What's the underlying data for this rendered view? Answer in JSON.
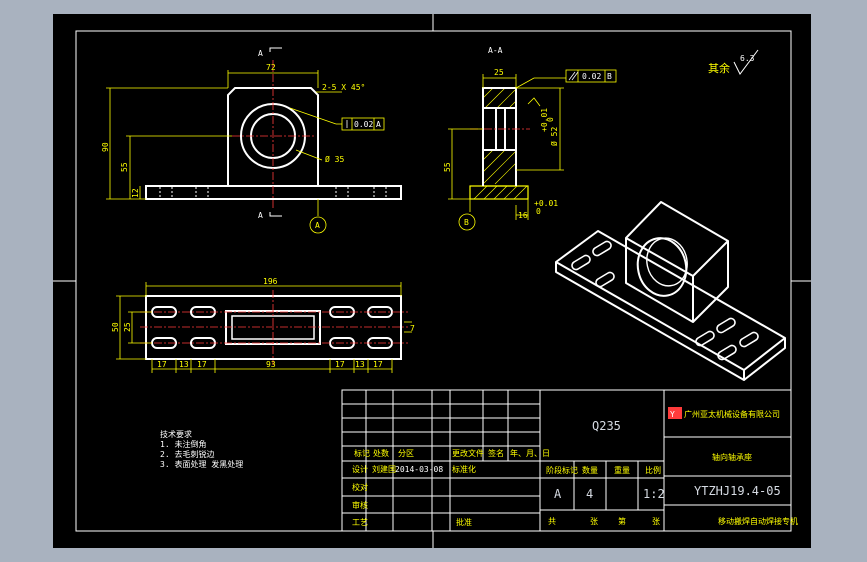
{
  "colors": {
    "canvas": "#000000",
    "frame": "#ffffff",
    "dimension": "#ffff00",
    "outline": "#ffffff",
    "center": "#ff3b3b",
    "hatch": "#ffff00",
    "title": "#d6dbe3"
  },
  "section_labels": {
    "cut_top": "A",
    "cut_bottom": "A",
    "section_view": "A-A"
  },
  "dimensions": {
    "front_width": "72",
    "chamfer": "2-5 X 45°",
    "height_total": "90",
    "center_height": "55",
    "base_thick": "12",
    "bore": "Ø 35",
    "side_width": "25",
    "side_bore": "Ø 52",
    "side_center": "55",
    "side_base": "16",
    "tol_plus": "+0.01",
    "tol_zero": "0",
    "top_length": "196",
    "top_width": "50",
    "top_inner": "25",
    "slot_w": "7",
    "bottom_dims": [
      "17",
      "13",
      "17",
      "93",
      "17",
      "13",
      "17"
    ]
  },
  "tolerances": {
    "front": {
      "value": "0.02",
      "datum": "A"
    },
    "side": {
      "value": "0.02",
      "datum": "B"
    }
  },
  "datums": {
    "front": "A",
    "side": "B"
  },
  "roughness": {
    "label": "其余",
    "value": "6.3"
  },
  "notes": [
    "技术要求",
    "1. 未注倒角",
    "2. 去毛刺锐边",
    "3. 表面处理 发黑处理"
  ],
  "title_block": {
    "material": "Q235",
    "company": "广州亚太机械设备有限公司",
    "part_name": "轴向轴承座",
    "drawing_no": "YTZHJ19.4-05",
    "machine": "移动搬焊自动焊接专机",
    "header_row": [
      "标记",
      "处数",
      "分区",
      "更改文件",
      "签名",
      "年、月、日"
    ],
    "rows": [
      {
        "role": "设计",
        "name": "刘建国",
        "date": "2014-03-08",
        "extra": "标准化"
      },
      {
        "role": "校对",
        "name": "",
        "date": "",
        "extra": ""
      },
      {
        "role": "审核",
        "name": "",
        "date": "",
        "extra": ""
      },
      {
        "role": "工艺",
        "name": "",
        "date": "",
        "extra": "批准"
      }
    ],
    "info_headers": [
      "阶段标记",
      "数量",
      "重量",
      "比例"
    ],
    "info_values": [
      "A",
      "4",
      "",
      "1:2"
    ],
    "sheet_labels": [
      "共",
      "张",
      "第",
      "张"
    ]
  }
}
